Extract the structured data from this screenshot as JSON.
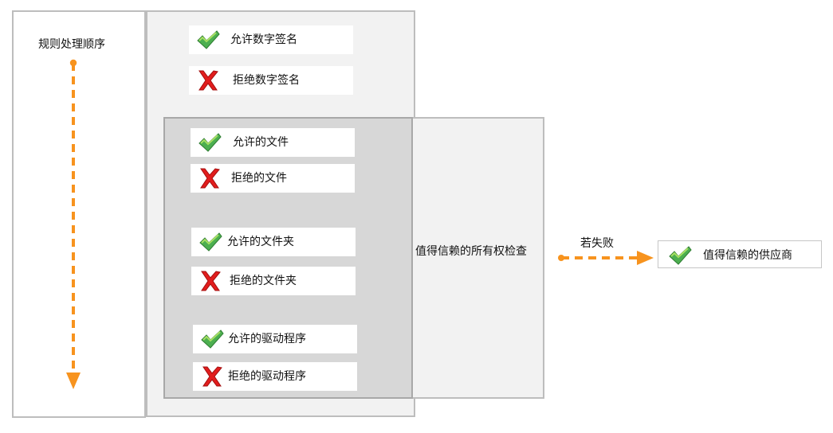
{
  "order": {
    "label": "规则处理顺序"
  },
  "rules": [
    {
      "label": "允许数字签名",
      "status": "allow",
      "icon": "check-icon"
    },
    {
      "label": "拒绝数字签名",
      "status": "deny",
      "icon": "cross-icon"
    },
    {
      "label": "允许的文件",
      "status": "allow",
      "icon": "check-icon"
    },
    {
      "label": "拒绝的文件",
      "status": "deny",
      "icon": "cross-icon"
    },
    {
      "label": "允许的文件夹",
      "status": "allow",
      "icon": "check-icon"
    },
    {
      "label": "拒绝的文件夹",
      "status": "deny",
      "icon": "cross-icon"
    },
    {
      "label": "允许的驱动程序",
      "status": "allow",
      "icon": "check-icon"
    },
    {
      "label": "拒绝的驱动程序",
      "status": "deny",
      "icon": "cross-icon"
    }
  ],
  "ownership": {
    "label": "值得信赖的所有权检查"
  },
  "fallback": {
    "label": "若失败"
  },
  "vendor": {
    "label": "值得信赖的供应商",
    "status": "allow",
    "icon": "check-icon"
  },
  "colors": {
    "arrow": "#f7931e",
    "check": "#4caf50",
    "cross": "#e21d1d",
    "panel_border": "#bdbdbd",
    "panel_fill": "#f2f2f2",
    "inner_fill": "#d7d7d7"
  }
}
